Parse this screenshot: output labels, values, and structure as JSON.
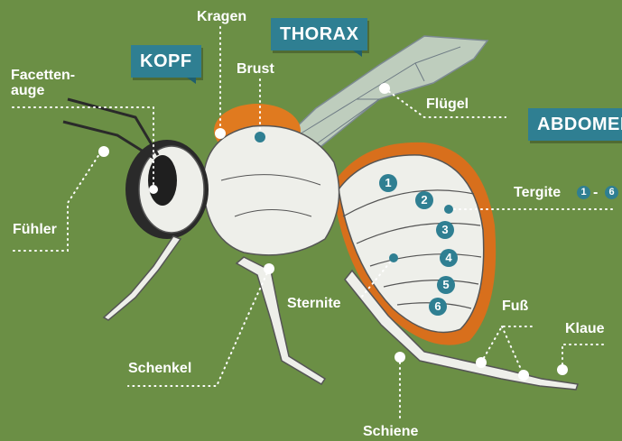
{
  "tags": {
    "kopf": "KOPF",
    "thorax": "THORAX",
    "abdomen": "ABDOMEN"
  },
  "labels": {
    "facettenauge_line1": "Facetten-",
    "facettenauge_line2": "auge",
    "kragen": "Kragen",
    "brust": "Brust",
    "fluegel": "Flügel",
    "fuehler": "Fühler",
    "tergite": "Tergite",
    "tergite_range_from": "1",
    "tergite_range_dash": "-",
    "tergite_range_to": "6",
    "sternite": "Sternite",
    "schenkel": "Schenkel",
    "schiene": "Schiene",
    "fuss": "Fuß",
    "klaue": "Klaue"
  },
  "segments": [
    "1",
    "2",
    "3",
    "4",
    "5",
    "6"
  ],
  "colors": {
    "background": "#6b8f45",
    "tag": "#2f7f92",
    "hair_orange": "#e07a1f",
    "label_text": "#ffffff"
  }
}
